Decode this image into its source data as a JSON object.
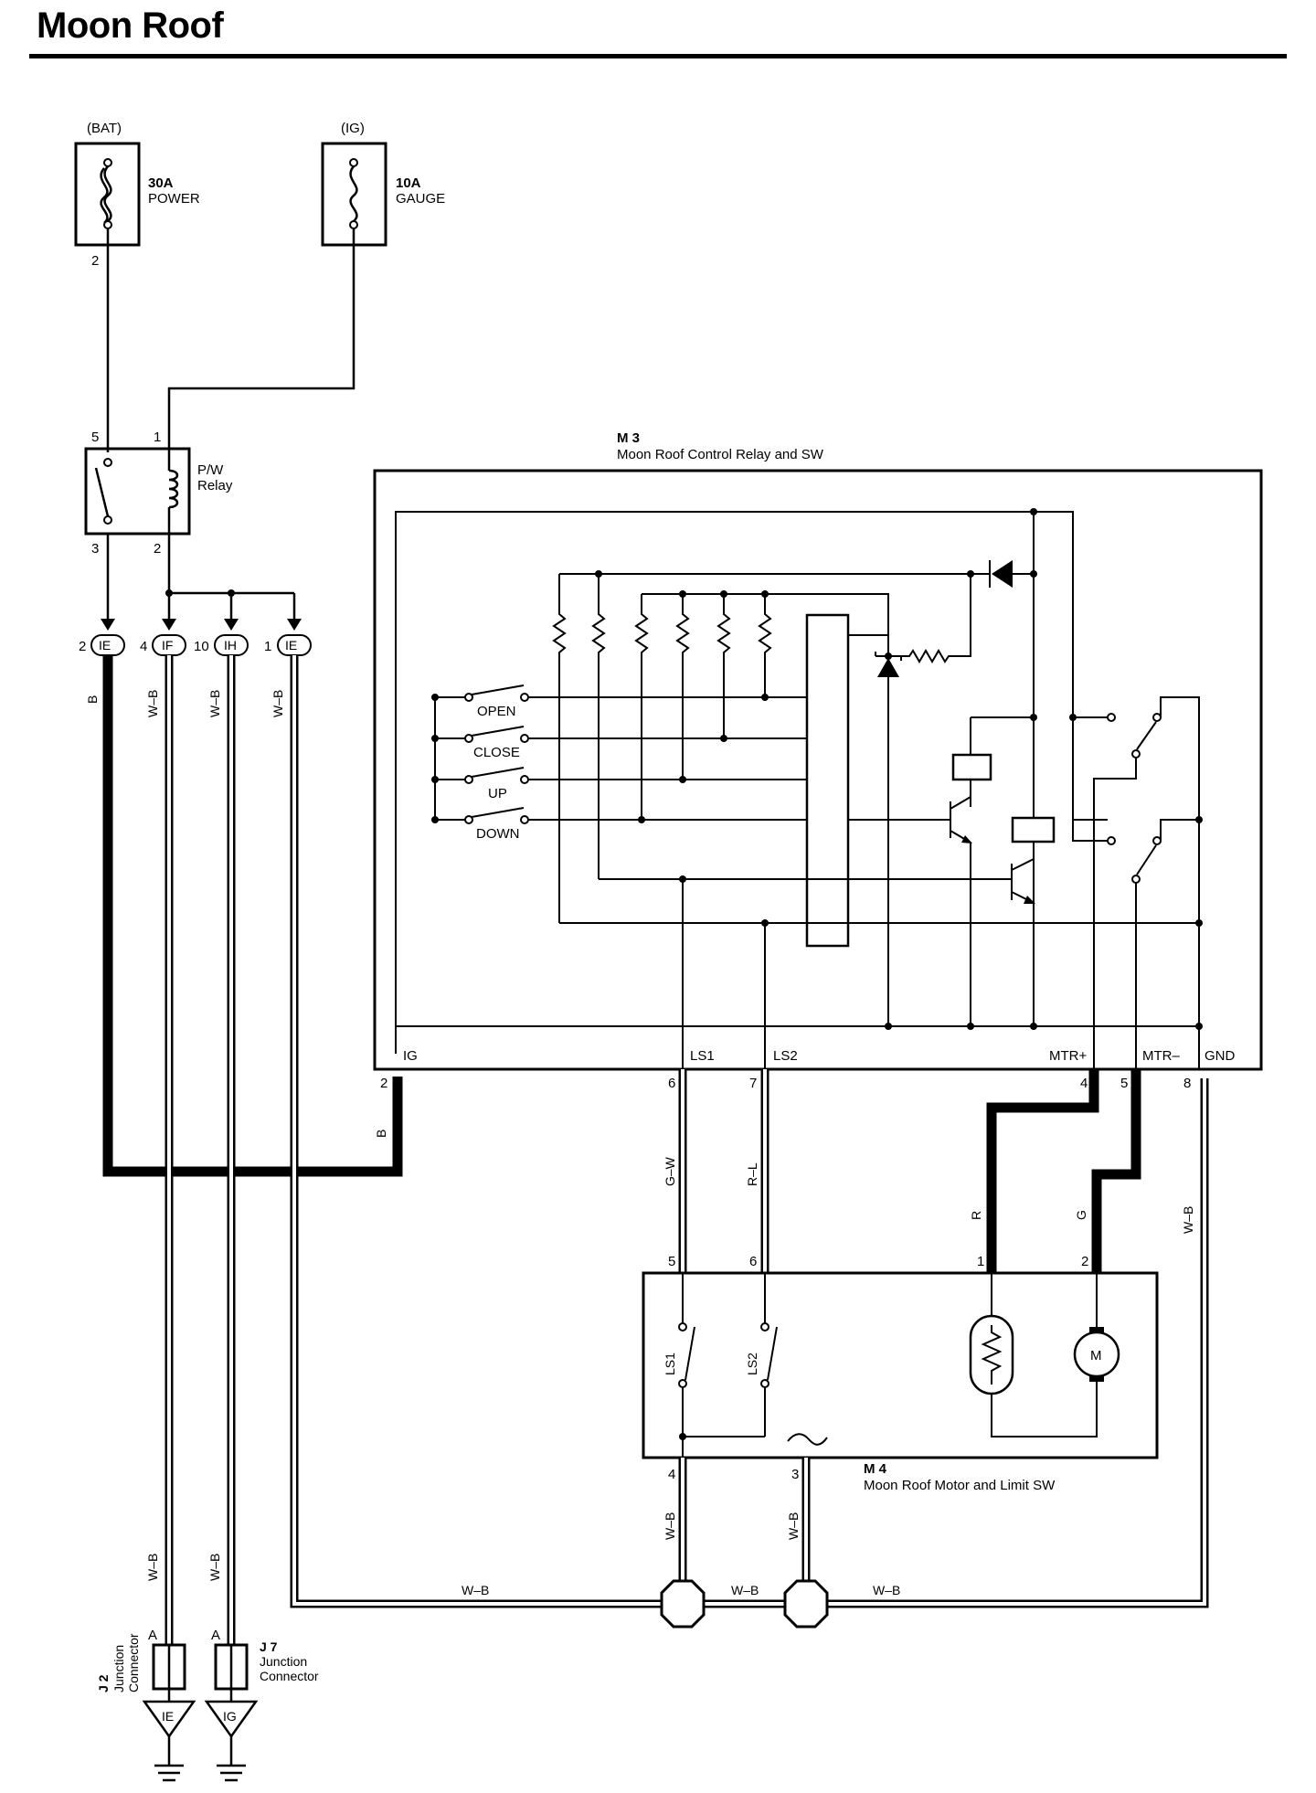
{
  "page": {
    "title": "Moon Roof"
  },
  "fuses": [
    {
      "source": "(BAT)",
      "rating": "30A",
      "name": "POWER",
      "pin": "2"
    },
    {
      "source": "(IG)",
      "rating": "10A",
      "name": "GAUGE"
    }
  ],
  "relay": {
    "name_line1": "P/W",
    "name_line2": "Relay",
    "pins": [
      "5",
      "1",
      "3",
      "2"
    ]
  },
  "connectors": [
    {
      "pin": "2",
      "code": "IE",
      "wire": "B"
    },
    {
      "pin": "4",
      "code": "IF",
      "wire": "W–B"
    },
    {
      "pin": "10",
      "code": "IH",
      "wire": "W–B"
    },
    {
      "pin": "1",
      "code": "IE",
      "wire": "W–B"
    }
  ],
  "m3": {
    "id": "M 3",
    "name": "Moon Roof Control Relay and SW",
    "switches": [
      "OPEN",
      "CLOSE",
      "UP",
      "DOWN"
    ],
    "terminals": [
      "IG",
      "LS1",
      "LS2",
      "MTR+",
      "MTR–",
      "GND"
    ],
    "pins": [
      "2",
      "6",
      "7",
      "4",
      "5",
      "8"
    ]
  },
  "m4": {
    "id": "M 4",
    "name": "Moon Roof Motor and Limit SW",
    "switches": [
      "LS1",
      "LS2"
    ],
    "motor_symbol": "M",
    "pins_top": [
      "5",
      "6",
      "1",
      "2"
    ],
    "pins_bottom": [
      "4",
      "3"
    ]
  },
  "wires": {
    "ig_b": "B",
    "ls1": "G–W",
    "ls2": "R–L",
    "mtr_plus": "R",
    "mtr_minus": "G",
    "gnd": "W–B",
    "m4_pin4": "W–B",
    "m4_pin3": "W–B",
    "ground_bus_left": "W–B",
    "ground_bus_mid": "W–B",
    "ground_bus_right": "W–B",
    "j2_in": "W–B",
    "j7_in": "W–B"
  },
  "junctions": [
    {
      "id": "J 2",
      "name_line1": "Junction",
      "name_line2": "Connector",
      "pin": "A",
      "ground": "IE"
    },
    {
      "id": "J 7",
      "name_line1": "Junction",
      "name_line2": "Connector",
      "pin": "A",
      "ground": "IG"
    }
  ]
}
